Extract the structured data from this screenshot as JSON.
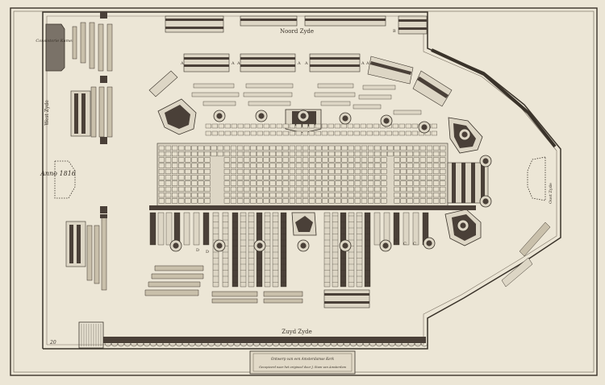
{
  "labels": {
    "north": "Noord  Zyde",
    "south": "Zuyd  Zyde",
    "west": "West  Zyde",
    "east": "Oost Zyde",
    "room": "Consistorie Kamer",
    "handwritten": "Anno 1816",
    "corner_mark": "20",
    "cartouche_line1": "Ontwerp van een Amsterdamse Kerk",
    "cartouche_line2": "Gecopieerd naar het origineel door J. Stam van Amsterdam",
    "letters": [
      "A",
      "A",
      "A",
      "A",
      "A",
      "A",
      "A",
      "B",
      "C",
      "C",
      "C",
      "D",
      "D"
    ]
  },
  "colors": {
    "paper": "#ece6d6",
    "ink": "#3a332a",
    "dark_pew": "#4a4038",
    "pale_seat": "#ddd6c5"
  }
}
